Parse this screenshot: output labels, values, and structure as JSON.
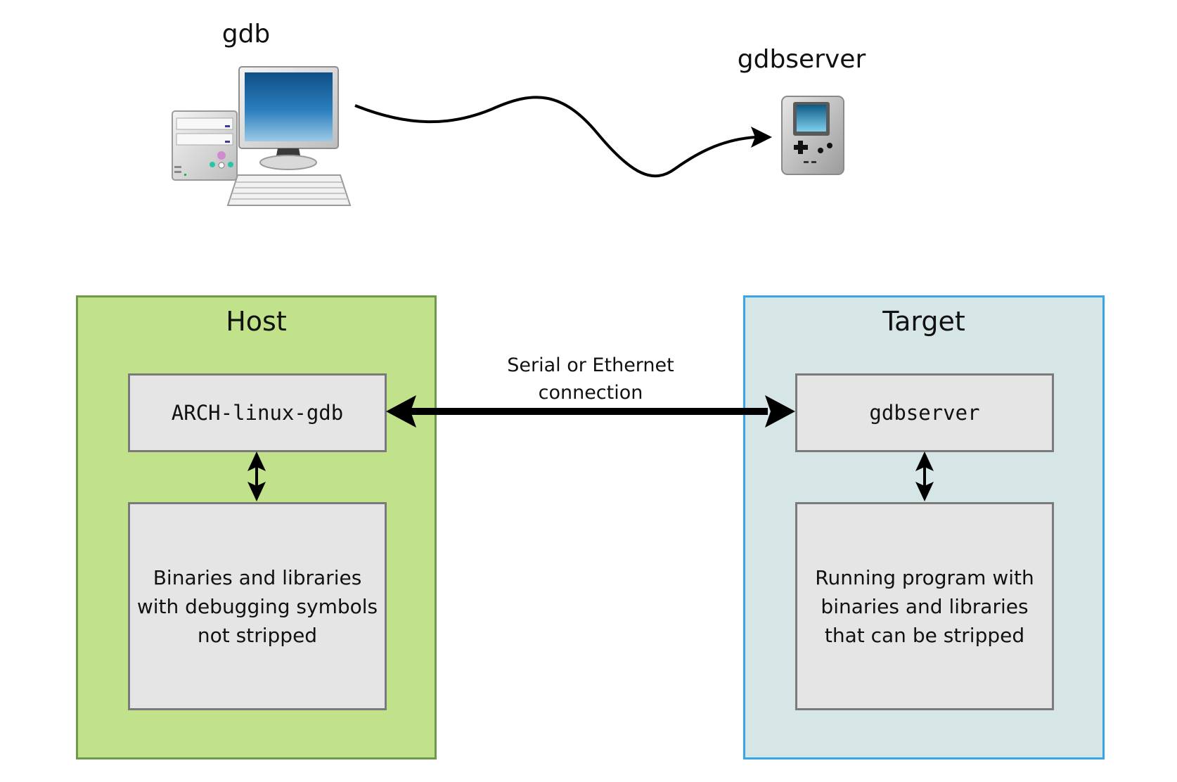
{
  "top": {
    "host_caption": "gdb",
    "target_caption": "gdbserver",
    "host_icon": "desktop-computer-icon",
    "target_icon": "handheld-game-console-icon"
  },
  "host": {
    "title": "Host",
    "tool": "ARCH-linux-gdb",
    "description": "Binaries and libraries with debugging symbols not stripped",
    "fill": "#c1e28a",
    "border": "#6f9a4c"
  },
  "target": {
    "title": "Target",
    "tool": "gdbserver",
    "description": "Running program with binaries and libraries that can be stripped",
    "fill": "#d6e6e6",
    "border": "#3aa6e8"
  },
  "connection": {
    "label": "Serial or Ethernet connection"
  }
}
